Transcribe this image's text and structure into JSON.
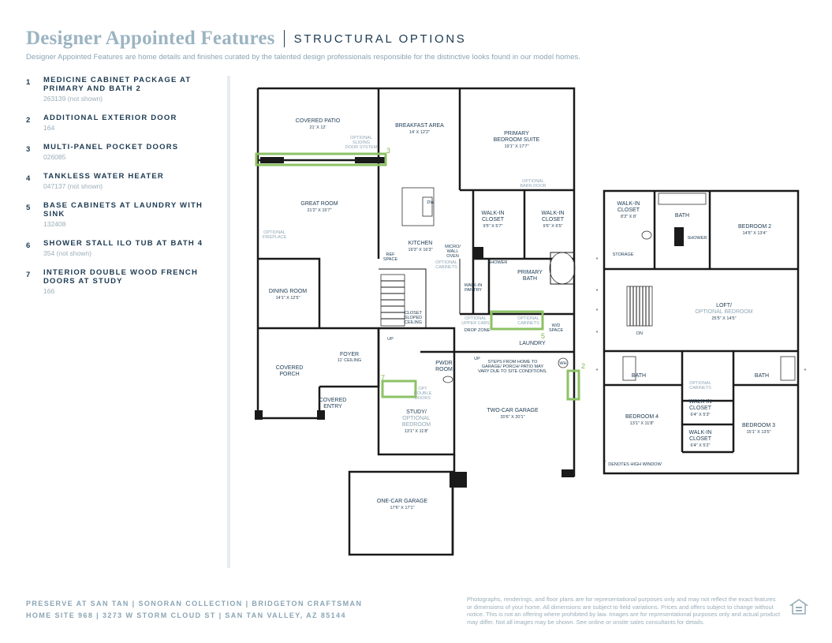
{
  "header": {
    "title": "Designer Appointed Features",
    "subtitle_label": "STRUCTURAL OPTIONS",
    "description": "Designer Appointed Features are home details and finishes curated by the talented design professionals responsible for the distinctive looks found in our model homes."
  },
  "features": [
    {
      "num": "1",
      "name": "MEDICINE CABINET PACKAGE AT PRIMARY AND BATH 2",
      "code": "263139 (not shown)"
    },
    {
      "num": "2",
      "name": "ADDITIONAL EXTERIOR DOOR",
      "code": "164"
    },
    {
      "num": "3",
      "name": "MULTI-PANEL POCKET DOORS",
      "code": "026085"
    },
    {
      "num": "4",
      "name": "TANKLESS WATER HEATER",
      "code": "047137 (not shown)"
    },
    {
      "num": "5",
      "name": "BASE CABINETS AT LAUNDRY WITH SINK",
      "code": "132408"
    },
    {
      "num": "6",
      "name": "SHOWER STALL ILO TUB AT BATH 4",
      "code": "354 (not shown)"
    },
    {
      "num": "7",
      "name": "INTERIOR DOUBLE WOOD FRENCH DOORS AT STUDY",
      "code": "166"
    }
  ],
  "plan": {
    "rooms": {
      "covered_patio": {
        "name": "COVERED PATIO",
        "dim": "21' X 12'"
      },
      "breakfast": {
        "name": "BREAKFAST AREA",
        "dim": "14' X 12'2\""
      },
      "primary_suite": {
        "name1": "PRIMARY",
        "name2": "BEDROOM SUITE",
        "dim": "19'1\" X 17'7\""
      },
      "great_room": {
        "name": "GREAT ROOM",
        "dim": "21'2\" X 15'7\""
      },
      "kitchen": {
        "name": "KITCHEN",
        "dim": "19'3\" X 16'3\""
      },
      "walkin1": {
        "name1": "WALK-IN",
        "name2": "CLOSET",
        "dim": "9'5\" X 5'7\""
      },
      "walkin2": {
        "name1": "WALK-IN",
        "name2": "CLOSET",
        "dim": "9'5\" X 6'5\""
      },
      "primary_bath": {
        "name1": "PRIMARY",
        "name2": "BATH"
      },
      "dining": {
        "name": "DINING ROOM",
        "dim": "14'1\" X 12'5\""
      },
      "foyer": {
        "name": "FOYER",
        "note": "11' CEILING"
      },
      "covered_porch": {
        "name1": "COVERED",
        "name2": "PORCH"
      },
      "covered_entry": {
        "name1": "COVERED",
        "name2": "ENTRY"
      },
      "pwdr": {
        "name1": "PWDR",
        "name2": "ROOM"
      },
      "laundry": {
        "name": "LAUNDRY"
      },
      "study": {
        "name": "STUDY/",
        "opt": "OPTIONAL",
        "opt2": "BEDROOM",
        "dim": "13'1\" X 11'8\""
      },
      "two_car": {
        "name": "TWO-CAR GARAGE",
        "dim": "20'6\" X 20'1\""
      },
      "one_car": {
        "name": "ONE-CAR GARAGE",
        "dim": "17'6\" X 17'1\""
      },
      "walkin_u1": {
        "name1": "WALK-IN",
        "name2": "CLOSET",
        "dim": "8'3\" X 8'"
      },
      "bath_u1": {
        "name": "BATH"
      },
      "bedroom2": {
        "name": "BEDROOM 2",
        "dim": "14'5\" X 13'4\""
      },
      "storage": {
        "name": "STORAGE"
      },
      "shower_u": {
        "name": "SHOWER"
      },
      "loft": {
        "name": "LOFT/",
        "opt": "OPTIONAL BEDROOM",
        "dim": "25'5\" X 14'5\""
      },
      "bath_u2": {
        "name": "BATH"
      },
      "bath_u3": {
        "name": "BATH"
      },
      "bedroom4": {
        "name": "BEDROOM 4",
        "dim": "13'1\" X 11'8\""
      },
      "walkin_u2": {
        "name1": "WALK-IN",
        "name2": "CLOSET",
        "dim": "6'4\" X 5'3\""
      },
      "walkin_u3": {
        "name1": "WALK-IN",
        "name2": "CLOSET",
        "dim": "6'4\" X 5'2\""
      },
      "bedroom3": {
        "name": "BEDROOM 3",
        "dim": "15'1\" X 13'5\""
      }
    },
    "notes": {
      "opt_sliding1": "OPTIONAL",
      "opt_sliding2": "SLIDING",
      "opt_sliding3": "DOOR SYSTEM",
      "opt_barn1": "OPTIONAL",
      "opt_barn2": "BARN DOOR",
      "opt_fireplace1": "OPTIONAL",
      "opt_fireplace2": "FIREPLACE",
      "ref_space1": "REF",
      "ref_space2": "SPACE",
      "dw": "DW",
      "micro1": "MICRO/",
      "micro2": "WALL",
      "micro3": "OVEN",
      "opt_cab1": "OPTIONAL",
      "opt_cab2": "CABINETS",
      "shower": "SHOWER",
      "walkin_pantry1": "WALK-IN",
      "walkin_pantry2": "PANTRY",
      "closet_sloped1": "CLOSET",
      "closet_sloped2": "SLOPED",
      "closet_sloped3": "CEILING",
      "opt_upper1": "OPTIONAL",
      "opt_upper2": "UPPER CABS",
      "opt_cab3": "OPTIONAL",
      "opt_cab4": "CABINETS",
      "wd1": "W/D",
      "wd2": "SPACE",
      "drop_zone": "DROP ZONE",
      "up1": "UP",
      "up2": "UP",
      "steps1": "STEPS FROM HOME TO",
      "steps2": "GARAGE/ PORCH/ PATIO MAY",
      "steps3": "VARY DUE TO SITE CONDITIONS.",
      "wh": "WH",
      "opt_doors1": "OPT",
      "opt_doors2": "DOUBLE",
      "opt_doors3": "DOORS",
      "dn": "DN",
      "opt_cab_up1": "OPTIONAL",
      "opt_cab_up2": "CABINETS",
      "high_window": "DENOTES HIGH WINDOW",
      "star": "*"
    },
    "markers": {
      "m2": "2",
      "m3": "3",
      "m5": "5",
      "m7": "7"
    }
  },
  "footer": {
    "line1": "PRESERVE AT SAN TAN  |  SONORAN COLLECTION  |  BRIDGETON CRAFTSMAN",
    "line2": "HOME SITE 968  |  3273 W STORM CLOUD ST  |  SAN TAN VALLEY, AZ 85144",
    "disclaimer": "Photographs, renderings, and floor plans are for representational purposes only and may not reflect the exact features or dimensions of your home. All dimensions are subject to field variations. Prices and offers subject to change without notice. This is not an offering where prohibited by law. Images are for representational purposes only and actual product may differ. Not all images may be shown. See online or onsite sales consultants for details."
  },
  "colors": {
    "accent_green": "#8dc264",
    "navy": "#1c3a52",
    "light_blue": "#9cb4c2"
  },
  "icons": {
    "equal_housing": "equal-housing-icon"
  }
}
